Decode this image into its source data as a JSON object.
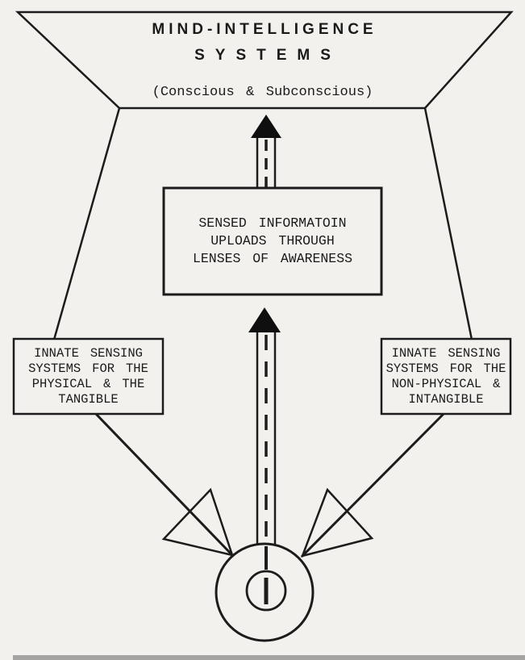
{
  "title": {
    "line1": "MIND-INTELLIGENCE",
    "line2": "SYSTEMS",
    "subtitle": "(Conscious & Subconscious)"
  },
  "boxes": {
    "center": {
      "line1": "SENSED INFORMATOIN",
      "line2": "UPLOADS THROUGH",
      "line3": "LENSES OF AWARENESS"
    },
    "left": {
      "line1": "INNATE SENSING",
      "line2": "SYSTEMS FOR THE",
      "line3": "PHYSICAL & THE",
      "line4": "TANGIBLE"
    },
    "right": {
      "line1": "INNATE SENSING",
      "line2": "SYSTEMS FOR THE",
      "line3": "NON-PHYSICAL &",
      "line4": "INTANGIBLE"
    }
  },
  "colors": {
    "background": "#f2f1ee",
    "line": "#1c1c1c",
    "arrow_fill": "#0f0f0f",
    "dot_fill": "#161616",
    "scan_bar": "#a6a4a2"
  }
}
